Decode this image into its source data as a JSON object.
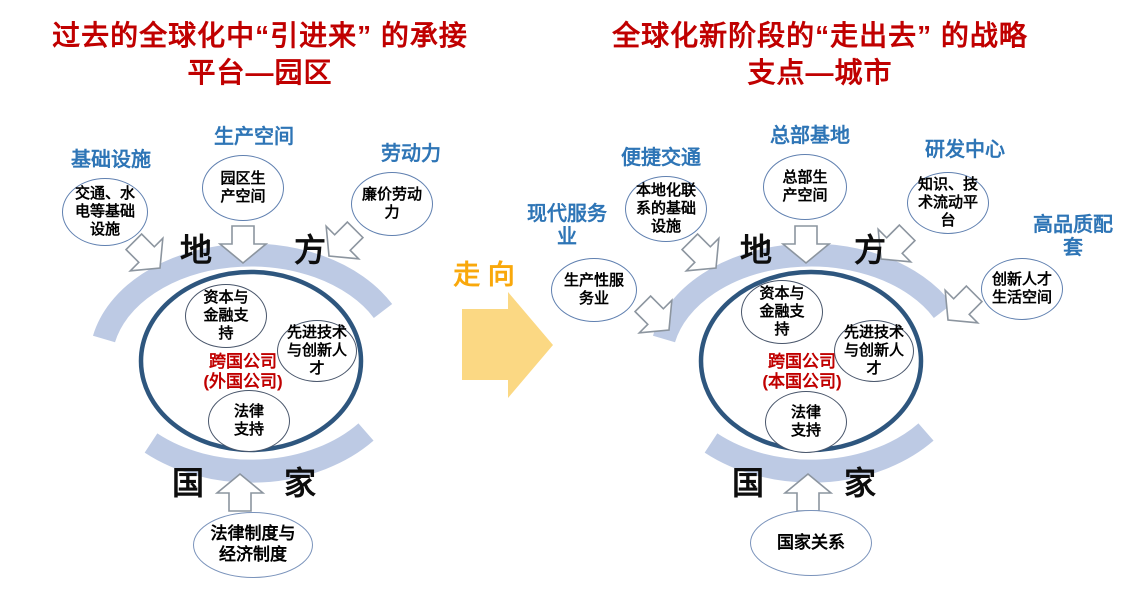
{
  "colors": {
    "title_red": "#C00000",
    "label_blue": "#2E75B6",
    "ring_blue": "#BDCAE4",
    "circle_navy": "#2E567E",
    "gold_text": "#F9A80B",
    "gold_arrow": "#FBD883"
  },
  "left_panel": {
    "title": "过去的全球化中“引进来” 的承接\n平台—园区",
    "factors": [
      {
        "label": "基础设施",
        "bubble": "交通、水\n电等基础\n设施"
      },
      {
        "label": "生产空间",
        "bubble": "园区生\n产空间"
      },
      {
        "label": "劳动力",
        "bubble": "廉价劳动\n力"
      }
    ],
    "arc_top": {
      "left_char": "地",
      "right_char": "方"
    },
    "arc_bottom": {
      "left_char": "国",
      "right_char": "家"
    },
    "core": {
      "bubble_capital": "资本与\n金融支\n持",
      "bubble_tech": "先进技术\n与创新人\n才",
      "bubble_legal": "法律\n支持",
      "company": "跨国公司\n(外国公司)"
    },
    "nation_bubble": "法律制度与\n经济制度"
  },
  "transition": {
    "label": "走 向"
  },
  "right_panel": {
    "title": "全球化新阶段的“走出去” 的战略\n支点—城市",
    "factors": [
      {
        "label": "现代服务\n业",
        "bubble": "生产性服\n务业"
      },
      {
        "label": "便捷交通",
        "bubble": "本地化联\n系的基础\n设施"
      },
      {
        "label": "总部基地",
        "bubble": "总部生\n产空间"
      },
      {
        "label": "研发中心",
        "bubble": "知识、技\n术流动平\n台"
      },
      {
        "label": "高品质配\n套",
        "bubble": "创新人才\n生活空间"
      }
    ],
    "arc_top": {
      "left_char": "地",
      "right_char": "方"
    },
    "arc_bottom": {
      "left_char": "国",
      "right_char": "家"
    },
    "core": {
      "bubble_capital": "资本与\n金融支\n持",
      "bubble_tech": "先进技术\n与创新人\n才",
      "bubble_legal": "法律\n支持",
      "company": "跨国公司\n(本国公司)"
    },
    "nation_bubble": "国家关系"
  }
}
